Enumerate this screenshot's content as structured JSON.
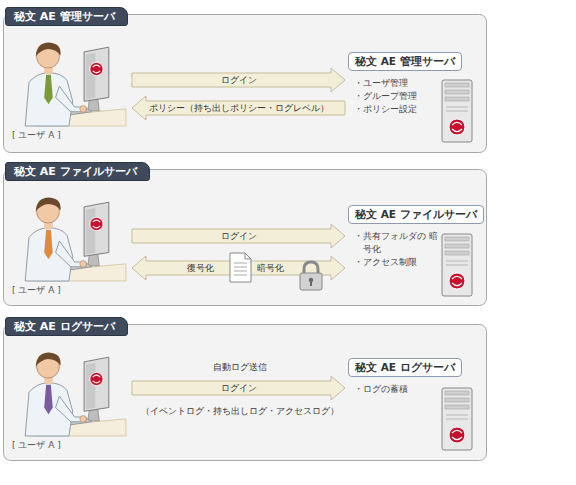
{
  "diagram": {
    "nodes": [
      {
        "text": [
          "秘文 AE 管理サーバ"
        ]
      },
      {
        "text": [
          "[ ユーザ A ]"
        ],
        "in": 0
      },
      {
        "text": [
          "秘文 AE 管理サーバ",
          "・ユーザ管理",
          "・グループ管理",
          "・ポリシー設定"
        ],
        "in": 0
      },
      {
        "text": [
          "秘文 AE ファイルサーバ"
        ]
      },
      {
        "text": [
          "[ ユーザ A ]"
        ],
        "in": 3
      },
      {
        "text": [
          "秘文 AE ファイルサーバ",
          "・共有フォルダの 暗号化",
          "・アクセス制限"
        ],
        "in": 3
      },
      {
        "text": [
          "秘文 AE ログサーバ"
        ]
      },
      {
        "text": [
          "[ ユーザ A ]"
        ],
        "in": 6
      },
      {
        "text": [
          "秘文 AE ログサーバ",
          "・ログの蓄積"
        ],
        "in": 6
      }
    ],
    "edges": [
      {
        "from": 1,
        "to": 2,
        "label": "ログイン",
        "arrow": "to"
      },
      {
        "from": 2,
        "to": 1,
        "label": "ポリシー（持ち出しポリシー・ログレベル）",
        "arrow": "to"
      },
      {
        "from": 4,
        "to": 5,
        "label": "ログイン",
        "arrow": "to"
      },
      {
        "from": 4,
        "to": 5,
        "arrow": "both"
      },
      {
        "from": 7,
        "to": 8,
        "label": "ログイン",
        "arrow": "to"
      }
    ],
    "labels": [
      "復号化",
      "暗号化",
      "自動ログ送信",
      "（イベントログ・持ち出しログ・アクセスログ）"
    ]
  }
}
